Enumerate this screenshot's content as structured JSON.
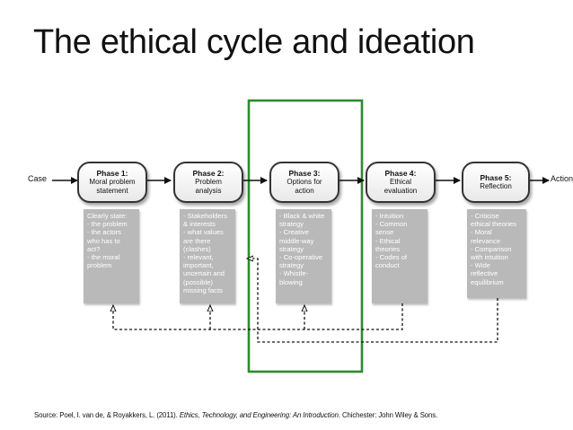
{
  "slide": {
    "title": "The ethical cycle and ideation"
  },
  "diagram": {
    "input_label": "Case",
    "output_label": "Action",
    "highlight_color": "#2e8b2e",
    "phases": [
      {
        "title": "Phase 1:",
        "lines": [
          "Moral problem",
          "statement"
        ]
      },
      {
        "title": "Phase 2:",
        "lines": [
          "Problem",
          "analysis"
        ]
      },
      {
        "title": "Phase 3:",
        "lines": [
          "Options for",
          "action"
        ]
      },
      {
        "title": "Phase 4:",
        "lines": [
          "Ethical",
          "evaluation"
        ]
      },
      {
        "title": "Phase 5:",
        "lines": [
          "Reflection"
        ]
      }
    ],
    "details": [
      [
        "Clearly state:",
        "- the problem",
        "- the actors",
        "who has to",
        "act?",
        "- the moral",
        "problem"
      ],
      [
        "- Stakeholders",
        "& interests",
        "- what values",
        "are there",
        "(clashes)",
        "- relevant,",
        "important,",
        "uncertain and",
        "(possible)",
        "missing facts"
      ],
      [
        "- Black & white",
        "strategy",
        "- Creative",
        "middle-way",
        "strategy",
        "- Co-operative",
        "strategy",
        "- Whistle-",
        "blowing"
      ],
      [
        "- Intuition",
        "- Common",
        "sense",
        "- Ethical",
        "theories",
        "- Codes of",
        "conduct"
      ],
      [
        "- Criticise",
        "ethical theories",
        "- Moral",
        "relevance",
        "- Comparison",
        "with intuition",
        "- Wide",
        "reflective",
        "equilibrium"
      ]
    ]
  },
  "source": {
    "prefix": "Source: Poel, I. van de, & Royakkers, L. (2011). ",
    "book_title": "Ethics, Technology, and Engineering: An Introduction",
    "suffix": ". Chichester: John Wiley & Sons."
  }
}
